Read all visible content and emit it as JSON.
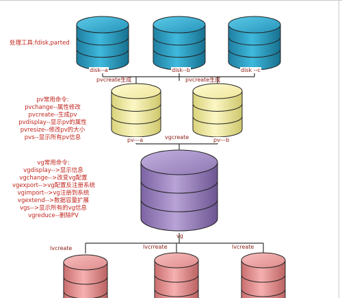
{
  "tools_label": "处理工具:fdisk,parted",
  "disks": [
    "disk--a",
    "disk--b",
    "disk --c"
  ],
  "pvcreate_labels": [
    "pvcreate生成",
    "pvcreate生成"
  ],
  "pv_commands": {
    "title": "pv常用命令:",
    "lines": [
      "pvchange--属性修改",
      "pvcreate--生成pv",
      "pvdisplay--显示pv的属性",
      "pvresize--修改pv的大小",
      "pvs--显示所有pv信息"
    ]
  },
  "pvs": [
    "pv---a",
    "pv---b"
  ],
  "vgcreate_label": "vgcreate",
  "vg_commands": {
    "title": "vg常用命令:",
    "lines": [
      "vgdisplay-->显示信息",
      "vgchange-->改变vg配置",
      "vgexport-->vg配置反注册系统",
      "vgimport-->vg注册到系统",
      "vgextend-->数据容量扩展",
      "vgs-->显示所有的vg信息",
      "vgreduce--删除PV"
    ]
  },
  "vg_label": "vg",
  "lvcreate_labels": [
    "lvcreate",
    "lvcrreate",
    "lvcreate"
  ],
  "colors": {
    "disk": "#2a9fc4",
    "pv": "#f3eda2",
    "vg": "#9a82bc",
    "lv": "#e48c8c",
    "text": "#c0241c"
  }
}
